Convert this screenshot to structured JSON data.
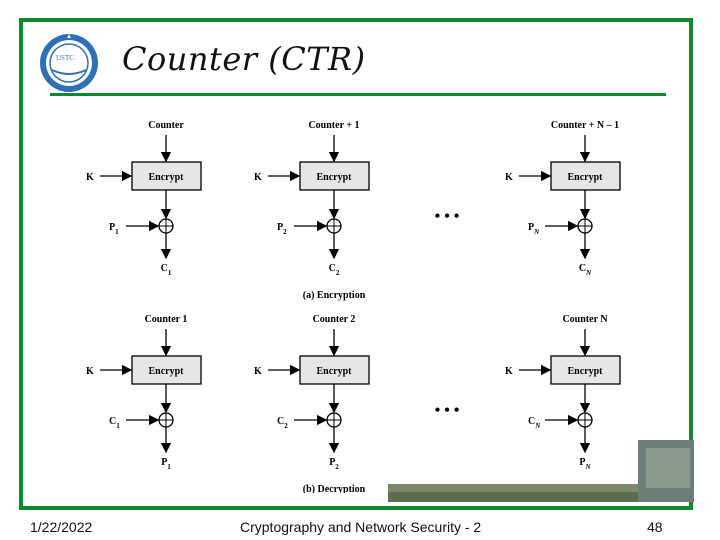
{
  "slide": {
    "title": "Counter (CTR)",
    "footer": {
      "date": "1/22/2022",
      "course": "Cryptography and Network Security - 2",
      "page": "48"
    },
    "logo": {
      "text": "USTC"
    }
  },
  "diagram": {
    "block_label": "Encrypt",
    "key_label": "K",
    "ellipsis": "• • •",
    "encryption": {
      "caption": "(a) Encryption",
      "counters": [
        "Counter",
        "Counter + 1",
        "Counter + N – 1"
      ],
      "inputs": [
        "P1",
        "P2",
        "PN"
      ],
      "outputs": [
        "C1",
        "C2",
        "CN"
      ]
    },
    "decryption": {
      "caption": "(b) Decryption",
      "counters": [
        "Counter 1",
        "Counter 2",
        "Counter N"
      ],
      "inputs": [
        "C1",
        "C2",
        "CN"
      ],
      "outputs": [
        "P1",
        "P2",
        "PN"
      ]
    }
  },
  "colors": {
    "frame": "#0b8a2b",
    "block": "#e6e6e6"
  }
}
